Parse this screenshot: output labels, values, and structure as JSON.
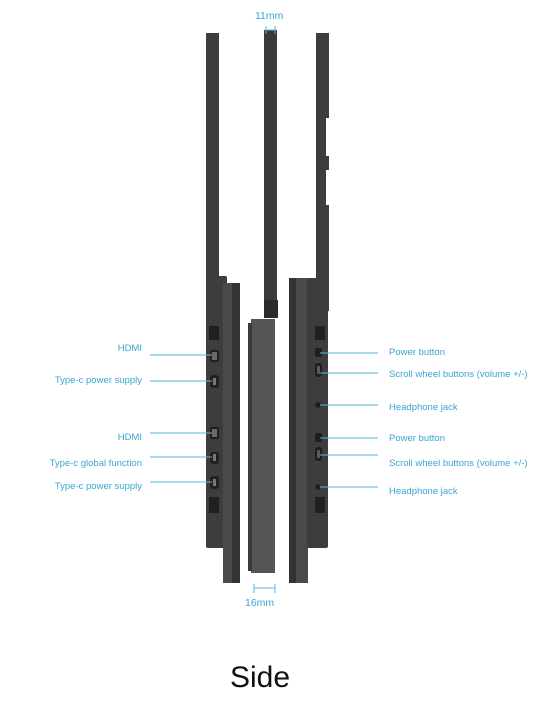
{
  "colors": {
    "label": "#3aa5d2",
    "leader": "#57b8de",
    "device_dark": "#3d3d3d",
    "device_mid": "#575757",
    "device_edge": "#262626",
    "caption": "#111111"
  },
  "dimensions": {
    "top": "11mm",
    "bottom": "16mm"
  },
  "left_ports": [
    {
      "label": "HDMI",
      "icon": "hdmi-port-icon"
    },
    {
      "label": "Type-c power supply",
      "icon": "usb-c-port-icon"
    },
    {
      "label": "HDMI",
      "icon": "hdmi-port-icon"
    },
    {
      "label": "Type-c global function",
      "icon": "usb-c-port-icon"
    },
    {
      "label": "Type-c power supply",
      "icon": "usb-c-port-icon"
    }
  ],
  "right_ports": [
    {
      "label": "Power button",
      "icon": "power-button-icon"
    },
    {
      "label": "Scroll wheel buttons (volume +/-)",
      "icon": "scroll-wheel-icon"
    },
    {
      "label": "Headphone jack",
      "icon": "headphone-jack-icon"
    },
    {
      "label": "Power button",
      "icon": "power-button-icon"
    },
    {
      "label": "Scroll wheel buttons (volume +/-)",
      "icon": "scroll-wheel-icon"
    },
    {
      "label": "Headphone jack",
      "icon": "headphone-jack-icon"
    }
  ],
  "caption": "Side"
}
